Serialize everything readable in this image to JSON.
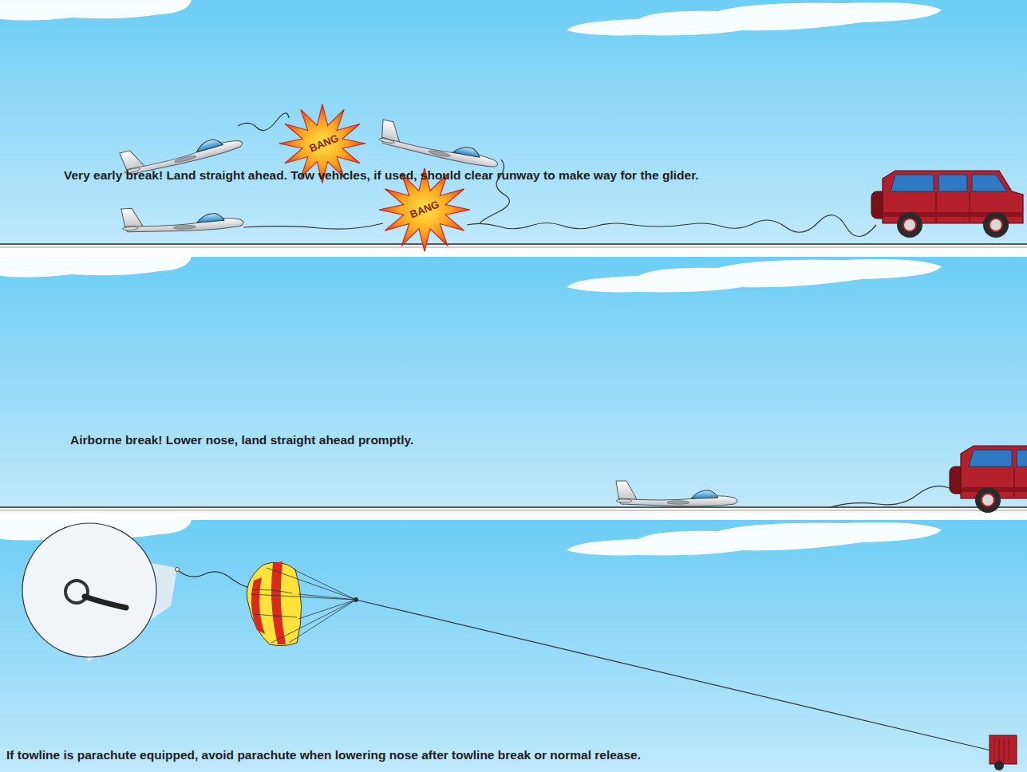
{
  "diagram": {
    "labels": [
      "Very early break! Land straight ahead. Tow vehicles, if used, should clear runway to make way for the glider.",
      "BANG",
      "Airborne break! Lower nose, land straight ahead promptly.",
      "BANG",
      "If towline is parachute equipped, avoid parachute when lowering nose after towline break or normal release."
    ]
  }
}
